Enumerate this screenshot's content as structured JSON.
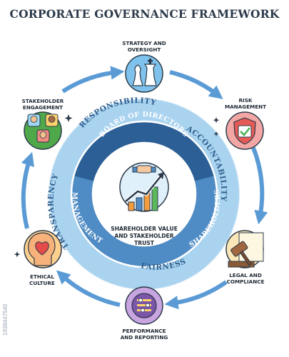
{
  "title": "CORPORATE GOVERNANCE FRAMEWORK",
  "nodes": {
    "strategy": "STRATEGY AND\nOVERSIGHT",
    "risk": "RISK\nMANAGEMENT",
    "legal": "LEGAL AND\nCOMPLIANCE",
    "performance": "PERFORMANCE\nAND REPORTING",
    "ethical": "ETHICAL\nCULTURE",
    "stakeholder": "STAKEHOLDER\nENGAGEMENT"
  },
  "outer_ring": {
    "responsibility": "RESPONSIBILITY",
    "accountability": "ACCOUNTABILITY",
    "fairness": "FAIRNESS",
    "transparency": "TRANSPARENCY"
  },
  "inner_ring": {
    "board": "BOARD OF DIRECTORS",
    "shareholders": "SHAREHOLDERS",
    "management": "MANAGEMENT"
  },
  "center": {
    "line1": "SHAREHOLDER VALUE",
    "line2": "AND STAKEHOLDER",
    "line3": "TRUST"
  },
  "watermark": {
    "side_id": "1938447540"
  },
  "colors": {
    "title": "#2c3a4a",
    "ring_light": "#a9d3ef",
    "ring_mid": "#4f8bc4",
    "ring_dark": "#2b5f96",
    "arrow": "#5b9bd5"
  }
}
